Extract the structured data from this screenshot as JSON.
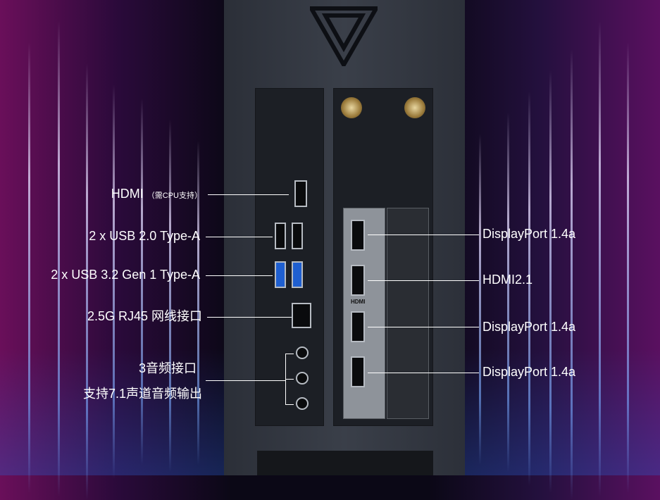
{
  "left_labels": [
    {
      "main": "HDMI",
      "note": "（需CPU支持）"
    },
    {
      "main": "2 x USB 2.0 Type-A"
    },
    {
      "main": "2 x USB 3.2 Gen 1 Type-A"
    },
    {
      "main": "2.5G RJ45 网线接口"
    },
    {
      "main": "3音频接口"
    },
    {
      "main": "支持7.1声道音频输出"
    }
  ],
  "right_labels": [
    "DisplayPort 1.4a",
    "HDMI2.1",
    "DisplayPort 1.4a",
    "DisplayPort 1.4a"
  ],
  "gpu_port_marking": "HDMI",
  "colors": {
    "usb3": "#1f5fd0",
    "accent_magenta": "#b0168a",
    "accent_blue": "#3a78e0"
  }
}
